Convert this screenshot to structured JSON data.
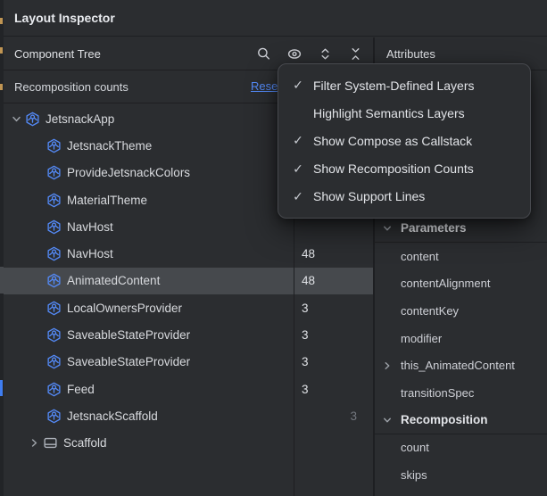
{
  "window": {
    "title": "Layout Inspector"
  },
  "colors": {
    "background": "#2b2d30",
    "panel_border": "#1e1f22",
    "selection": "#46494d",
    "accent_blue": "#548af7",
    "text_primary": "#dfe1e5",
    "dim_count": "#73777e",
    "gutter_mark_yellow": "#c09553",
    "gutter_mark_blue": "#3f7df0"
  },
  "tree_panel": {
    "header": {
      "title": "Component Tree"
    },
    "toolbar_icons": [
      "search-icon",
      "view-options-icon",
      "expand-all-icon",
      "collapse-all-icon"
    ],
    "recomposition_bar": {
      "label": "Recomposition counts",
      "reset_label": "Reset"
    },
    "rows": [
      {
        "label": "JetsnackApp",
        "level": 1,
        "chevron": "down",
        "icon": "compose",
        "count": "",
        "selected": false
      },
      {
        "label": "JetsnackTheme",
        "level": 2,
        "chevron": "",
        "icon": "compose",
        "count": "",
        "selected": false
      },
      {
        "label": "ProvideJetsnackColors",
        "level": 2,
        "chevron": "",
        "icon": "compose",
        "count": "",
        "selected": false
      },
      {
        "label": "MaterialTheme",
        "level": 2,
        "chevron": "",
        "icon": "compose",
        "count": "",
        "selected": false
      },
      {
        "label": "NavHost",
        "level": 2,
        "chevron": "",
        "icon": "compose",
        "count": "",
        "selected": false
      },
      {
        "label": "NavHost",
        "level": 2,
        "chevron": "",
        "icon": "compose",
        "count": "48",
        "selected": false
      },
      {
        "label": "AnimatedContent",
        "level": 2,
        "chevron": "",
        "icon": "compose",
        "count": "48",
        "selected": true
      },
      {
        "label": "LocalOwnersProvider",
        "level": 2,
        "chevron": "",
        "icon": "compose",
        "count": "3",
        "selected": false
      },
      {
        "label": "SaveableStateProvider",
        "level": 2,
        "chevron": "",
        "icon": "compose",
        "count": "3",
        "selected": false
      },
      {
        "label": "SaveableStateProvider",
        "level": 2,
        "chevron": "",
        "icon": "compose",
        "count": "3",
        "selected": false
      },
      {
        "label": "Feed",
        "level": 2,
        "chevron": "",
        "icon": "compose",
        "count": "3",
        "selected": false
      },
      {
        "label": "JetsnackScaffold",
        "level": 2,
        "chevron": "",
        "icon": "compose",
        "count": "3",
        "count_dim": true,
        "selected": false
      },
      {
        "label": "Scaffold",
        "level": 2,
        "chevron": "right",
        "icon": "layout",
        "count": "",
        "selected": false
      }
    ]
  },
  "attributes_panel": {
    "header": {
      "title": "Attributes"
    },
    "sections": [
      {
        "title": "Parameters",
        "items": [
          {
            "label": "content",
            "chevron": false
          },
          {
            "label": "contentAlignment",
            "chevron": false
          },
          {
            "label": "contentKey",
            "chevron": false
          },
          {
            "label": "modifier",
            "chevron": false
          },
          {
            "label": "this_AnimatedContent",
            "chevron": true
          },
          {
            "label": "transitionSpec",
            "chevron": false
          }
        ]
      },
      {
        "title": "Recomposition",
        "items": [
          {
            "label": "count",
            "chevron": false
          },
          {
            "label": "skips",
            "chevron": false
          }
        ]
      }
    ]
  },
  "view_options_menu": {
    "items": [
      {
        "label": "Filter System-Defined Layers",
        "checked": true
      },
      {
        "label": "Highlight Semantics Layers",
        "checked": false
      },
      {
        "label": "Show Compose as Callstack",
        "checked": true
      },
      {
        "label": "Show Recomposition Counts",
        "checked": true
      },
      {
        "label": "Show Support Lines",
        "checked": true
      }
    ]
  }
}
